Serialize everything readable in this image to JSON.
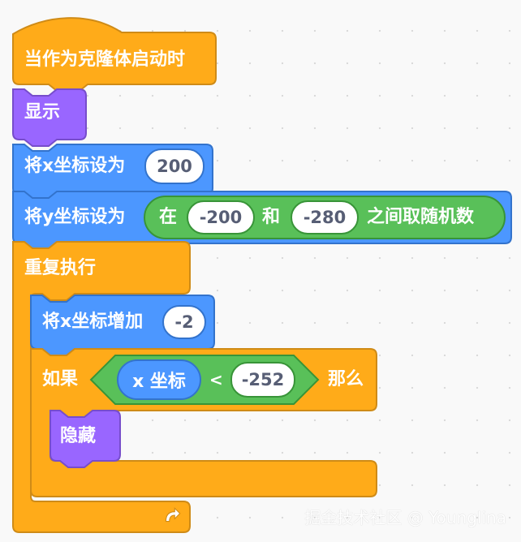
{
  "hat": {
    "label": "当作为克隆体启动时"
  },
  "show_block": {
    "label": "显示"
  },
  "set_x": {
    "label": "将x坐标设为",
    "value": "200"
  },
  "set_y": {
    "label": "将y坐标设为",
    "random": {
      "word_at": "在",
      "from": "-200",
      "word_and": "和",
      "to": "-280",
      "word_between": "之间取随机数"
    }
  },
  "forever": {
    "label": "重复执行"
  },
  "change_x": {
    "label": "将x坐标增加",
    "value": "-2"
  },
  "if_block": {
    "label_if": "如果",
    "condition": {
      "reporter": "x 坐标",
      "operator": "<",
      "value": "-252"
    },
    "label_then": "那么"
  },
  "hide_block": {
    "label": "隐藏"
  },
  "watermark": "掘金技术社区 @ Younglina",
  "colors": {
    "events": "#ffab19",
    "events_edge": "#cf8b17",
    "looks": "#9966ff",
    "looks_edge": "#774dcb",
    "motion": "#4c97ff",
    "motion_edge": "#3373cc",
    "control": "#ffab19",
    "control_edge": "#cf8b17",
    "operators": "#59c059",
    "operators_edge": "#389438"
  },
  "icons": {
    "loop_arrow": "rotate-right-arrow-icon"
  }
}
